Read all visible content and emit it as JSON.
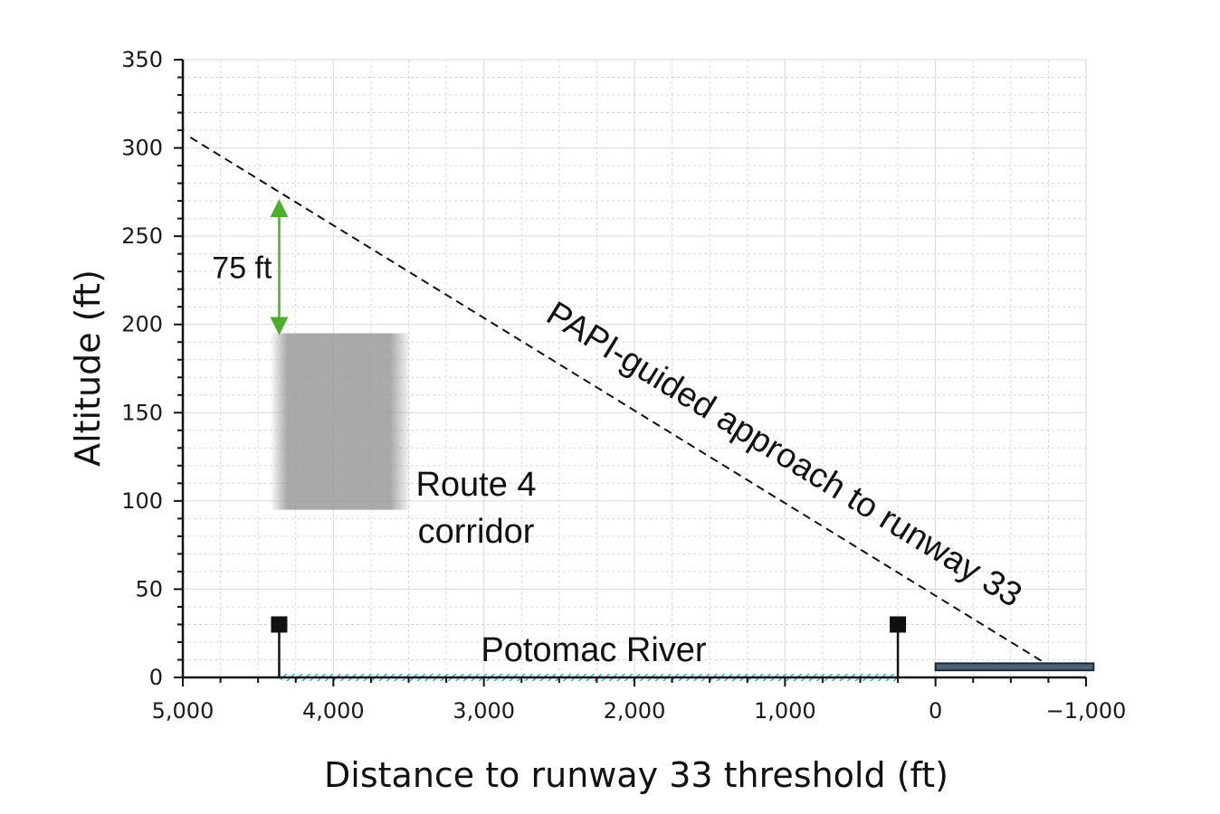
{
  "chart_data": {
    "type": "line",
    "xlabel": "Distance to runway 33 threshold (ft)",
    "ylabel": "Altitude (ft)",
    "xlim": [
      5000,
      -1000
    ],
    "ylim": [
      0,
      350
    ],
    "x_reversed": true,
    "grid": true,
    "x_ticks": [
      5000,
      4000,
      3000,
      2000,
      1000,
      0,
      -1000
    ],
    "x_tick_labels": [
      "5,000",
      "4,000",
      "3,000",
      "2,000",
      "1,000",
      "0",
      "−1,000"
    ],
    "y_ticks": [
      0,
      50,
      100,
      150,
      200,
      250,
      300,
      350
    ],
    "y_tick_labels": [
      "0",
      "50",
      "100",
      "150",
      "200",
      "250",
      "300",
      "350"
    ],
    "series": [
      {
        "name": "PAPI-guided approach to runway 33",
        "style": "dashed",
        "color": "#111111",
        "x": [
          4950,
          -730
        ],
        "y": [
          306,
          8
        ]
      }
    ],
    "annotations": {
      "approach_label": "PAPI-guided approach to runway 33",
      "corridor_label_line1": "Route 4",
      "corridor_label_line2": "corridor",
      "river_label": "Potomac River",
      "clearance_label": "75 ft",
      "clearance": {
        "x": 4360,
        "from": 195,
        "to": 270
      }
    },
    "regions": {
      "route4_corridor": {
        "x_from": 4420,
        "x_to": 3480,
        "y_from": 95,
        "y_to": 195,
        "color": "#9a9a9a"
      },
      "potomac_river": {
        "x_from": 4350,
        "x_to": 250,
        "y": 0,
        "color": "#2bb5e0"
      },
      "runway": {
        "x_from": 0,
        "x_to": -1050,
        "y_from": 4,
        "y_to": 8,
        "color": "#4a6275"
      }
    },
    "markers": [
      {
        "x": 4360,
        "y": 30
      },
      {
        "x": 250,
        "y": 30
      }
    ],
    "colors": {
      "clearance_arrow": "#4caf2a",
      "grid": "#d9d9d9",
      "axis": "#111111"
    }
  }
}
